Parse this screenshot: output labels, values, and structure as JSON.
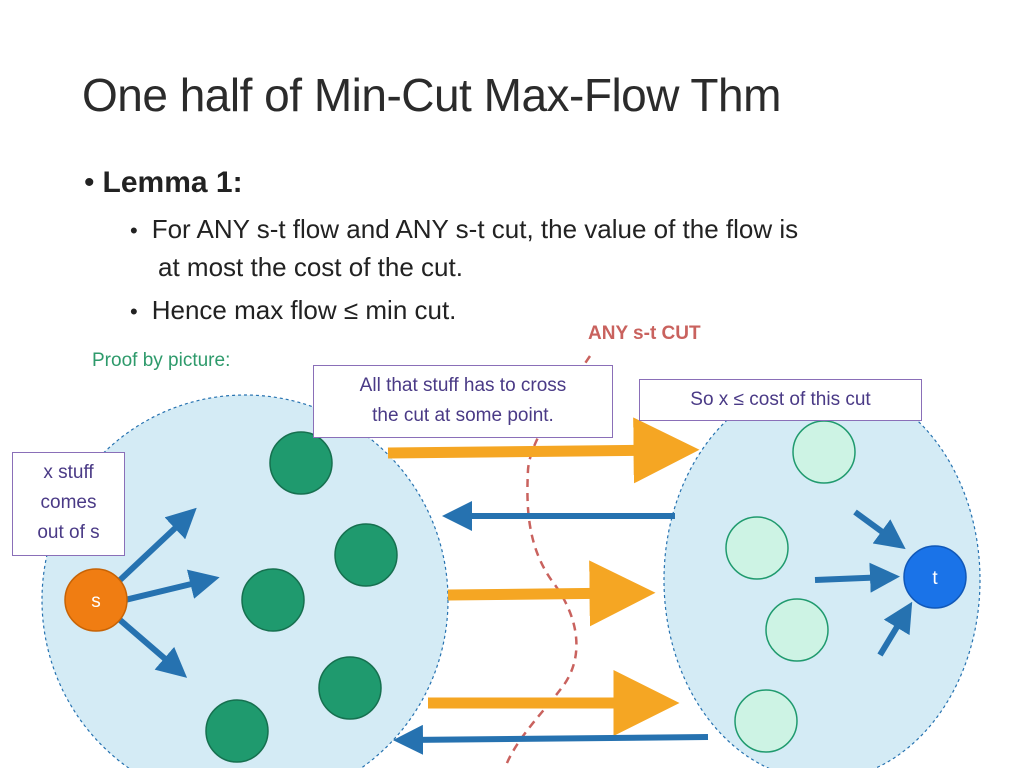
{
  "title": "One half of Min-Cut Max-Flow Thm",
  "bullets": {
    "lemma": "Lemma 1:",
    "sub1_line1": "For ANY s-t flow and ANY s-t cut, the value of the flow is",
    "sub1_line2": "at most the cost of the cut.",
    "sub2": "Hence max flow ≤ min cut.",
    "bullet_glyph": "•"
  },
  "proof_label": "Proof by picture:",
  "cut_label": "ANY s-t CUT",
  "callouts": {
    "cross_line1": "All that stuff has to cross",
    "cross_line2": "the cut at some point.",
    "cost": "So x ≤ cost of this cut",
    "xstuff_line1": "x stuff",
    "xstuff_line2": "comes",
    "xstuff_line3": "out of s"
  },
  "nodes": {
    "source": "s",
    "sink": "t"
  },
  "colors": {
    "left_region": "#d4ebf5",
    "right_region": "#d4ebf5",
    "left_nodes": "#1f9a6e",
    "right_nodes": "#cdf3e4",
    "source": "#f07d12",
    "sink": "#1a73e8",
    "orange_arrow": "#f5a623",
    "blue_arrow": "#2672b0",
    "cut_line": "#c9625e"
  }
}
